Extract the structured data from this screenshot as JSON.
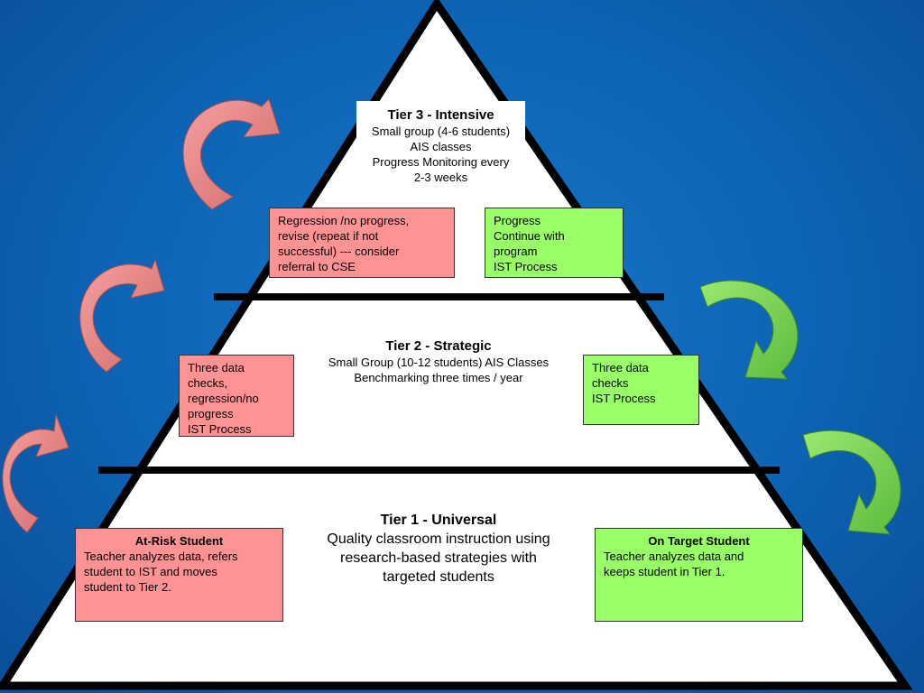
{
  "colors": {
    "background": "#0d63b4",
    "pyramid_fill": "#ffffff",
    "pyramid_outline": "#000000",
    "red_box": "#ff9393",
    "green_box": "#99ff66",
    "red_arrow": "#f08080",
    "green_arrow": "#7dd65a"
  },
  "tier3": {
    "title": "Tier 3 - Intensive",
    "body": "Small group (4-6 students)\nAIS classes\nProgress Monitoring every\n2-3 weeks"
  },
  "tier2": {
    "title": "Tier 2 - Strategic",
    "body": "Small Group (10-12 students) AIS Classes\nBenchmarking three times / year"
  },
  "tier1": {
    "title": "Tier 1 - Universal",
    "body": "Quality classroom instruction using\nresearch-based strategies with\ntargeted students"
  },
  "boxes": {
    "tier3_red": "Regression /no progress,\nrevise (repeat if not\nsuccessful) --- consider\nreferral to CSE",
    "tier3_green": "Progress\nContinue with\nprogram\nIST Process",
    "tier2_red": "Three data\nchecks,\nregression/no\nprogress\nIST Process",
    "tier2_green": "Three data\nchecks\nIST Process",
    "tier1_red": {
      "title": "At-Risk Student",
      "body": "Teacher analyzes data, refers\nstudent to IST and moves\nstudent to Tier 2."
    },
    "tier1_green": {
      "title": "On Target Student",
      "body": "Teacher analyzes data and\nkeeps student in Tier 1."
    }
  },
  "arrows": [
    {
      "name": "red-arrow-up-tier3",
      "color": "red"
    },
    {
      "name": "red-arrow-up-tier2",
      "color": "red"
    },
    {
      "name": "red-arrow-up-tier1",
      "color": "red"
    },
    {
      "name": "green-arrow-down-tier2",
      "color": "green"
    },
    {
      "name": "green-arrow-down-tier1",
      "color": "green"
    }
  ]
}
